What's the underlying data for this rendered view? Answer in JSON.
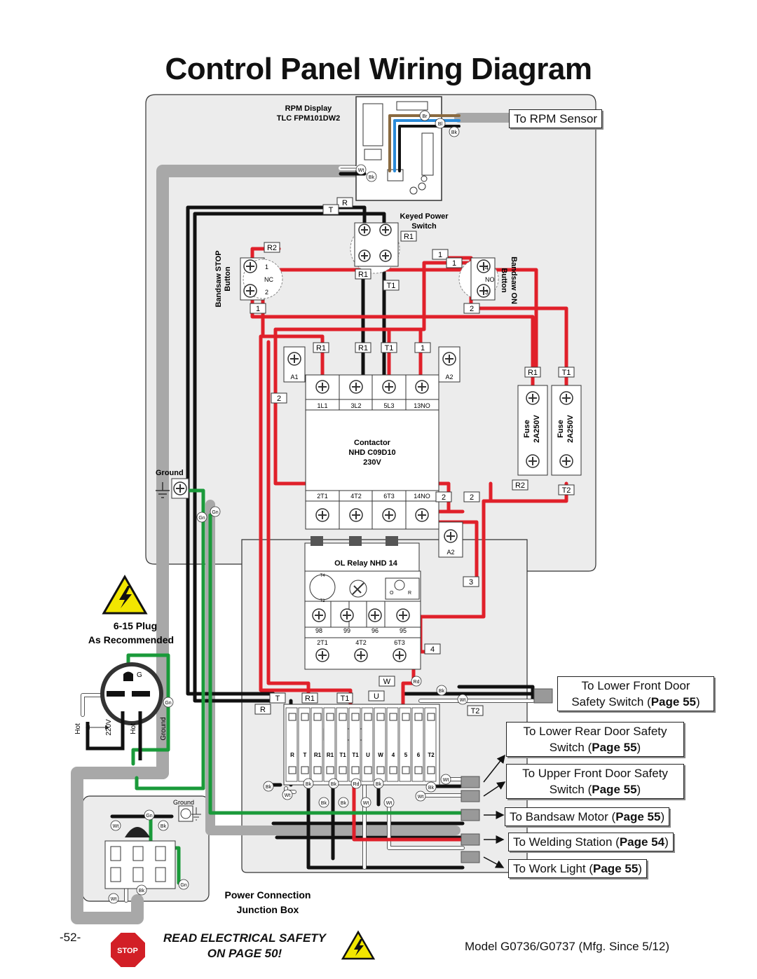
{
  "page_title": "Control Panel Wiring Diagram",
  "components": {
    "rpm_display": {
      "line1": "RPM Display",
      "line2": "TLC FPM101DW2"
    },
    "keyed_power_switch": {
      "line1": "Keyed Power",
      "line2": "Switch"
    },
    "stop_button": {
      "line1": "Bandsaw STOP",
      "line2": "Button",
      "t1": "1",
      "t2": "NC",
      "t3": "2"
    },
    "on_button": {
      "line1": "Bandsaw ON",
      "line2": "Button",
      "t1": "4",
      "t2": "NO",
      "t3": "3"
    },
    "contactor": {
      "line1": "Contactor",
      "line2": "NHD C09D10",
      "line3": "230V",
      "top_terminals": [
        "1L1",
        "3L2",
        "5L3",
        "13NO"
      ],
      "bottom_terminals": [
        "2T1",
        "4T2",
        "6T3",
        "14NO"
      ],
      "coil_a1": "A1",
      "coil_a2": "A2"
    },
    "ol_relay": {
      "label": "OL Relay NHD 14",
      "aux_terminals": [
        "98",
        "99",
        "96",
        "95"
      ],
      "out_terminals": [
        "2T1",
        "4T2",
        "6T3"
      ],
      "a2": "A2",
      "dial_o": "O",
      "dial_r": "R",
      "dial_t4": "T4",
      "dial_t2": "T2"
    },
    "fuse_left": {
      "line1": "Fuse",
      "line2": "2A250V"
    },
    "fuse_right": {
      "line1": "Fuse",
      "line2": "2A250V"
    },
    "ground_block": "Ground",
    "terminal_strip": [
      "R",
      "T",
      "R1",
      "R1",
      "T1",
      "T1",
      "U",
      "W",
      "4",
      "5",
      "6",
      "T2"
    ],
    "plug": {
      "line1": "6-15 Plug",
      "line2": "As Recommended",
      "g": "G",
      "hot_left": "Hot",
      "voltage": "220V",
      "hot_right": "Hot",
      "ground": "Ground"
    },
    "junction_box": {
      "line1": "Power Connection",
      "line2": "Junction Box",
      "ground": "Ground"
    }
  },
  "wire_tags": {
    "r": "R",
    "t": "T",
    "r1": "R1",
    "r2": "R2",
    "t1": "T1",
    "t2": "T2",
    "one": "1",
    "two": "2",
    "three": "3",
    "four": "4",
    "u": "U",
    "w": "W"
  },
  "wire_color_codes": {
    "bk": "Bk",
    "wt": "Wt",
    "rd": "Rd",
    "gn": "Gn",
    "br": "Br",
    "bl": "Bl"
  },
  "connections": {
    "rpm_sensor": "To RPM Sensor",
    "front_door": {
      "line1": "To Lower Front Door",
      "line2": "Safety Switch (",
      "page": "Page 55",
      "close": ")"
    },
    "rear_door": {
      "line1": "To Lower Rear Door Safety",
      "line2": "Switch (",
      "page": "Page 55",
      "close": ")"
    },
    "upper_front": {
      "line1": "To Upper Front Door Safety",
      "line2": "Switch (",
      "page": "Page 55",
      "close": ")"
    },
    "motor": {
      "text": "To Bandsaw Motor (",
      "page": "Page 55",
      "close": ")"
    },
    "welding": {
      "text": "To Welding Station (",
      "page": "Page 54",
      "close": ")"
    },
    "work_light": {
      "text": "To Work Light (",
      "page": "Page 55",
      "close": ")"
    }
  },
  "footer": {
    "page_number": "-52-",
    "stop_sign": "STOP",
    "warning_line1": "READ ELECTRICAL SAFETY",
    "warning_line2": "ON PAGE 50!",
    "model": "Model G0736/G0737 (Mfg. Since 5/12)"
  },
  "colors": {
    "red_wire": "#e0202a",
    "black_wire": "#111111",
    "green_wire": "#1a9a3a",
    "gray_cable": "#a8a8a8",
    "panel": "#ececec",
    "blue_wire": "#2a8ad8",
    "brown_wire": "#8a6a40",
    "warning_yellow": "#f2e600"
  }
}
